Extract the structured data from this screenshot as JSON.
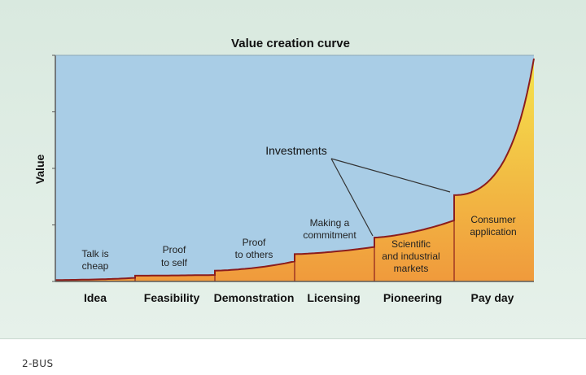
{
  "chart_data": {
    "type": "area",
    "title": "Value creation curve",
    "ylabel": "Value",
    "xlabel": "",
    "categories": [
      "Idea",
      "Feasibility",
      "Demonstration",
      "Licensing",
      "Pioneering",
      "Pay day"
    ],
    "stage_values": [
      {
        "start": 0.2,
        "end": 0.5
      },
      {
        "start": 0.8,
        "end": 0.9
      },
      {
        "start": 1.5,
        "end": 2.8
      },
      {
        "start": 3.8,
        "end": 4.8
      },
      {
        "start": 6.1,
        "end": 8.5
      },
      {
        "start": 12.0,
        "end": 31.0
      }
    ],
    "y_ticks": 5,
    "grid": false,
    "annotations": {
      "idea": [
        "Talk is",
        "cheap"
      ],
      "feasibility": [
        "Proof",
        "to self"
      ],
      "demonstration": [
        "Proof",
        "to others"
      ],
      "licensing": [
        "Making a",
        "commitment"
      ],
      "pioneering": [
        "Scientific",
        "and industrial",
        "markets"
      ],
      "payday": [
        "Consumer",
        "application"
      ],
      "investments": "Investments"
    },
    "colors": {
      "plot_bg": "#a9cde6",
      "fill_top": "#f5e44d",
      "fill_bottom": "#f09a3c",
      "curve": "#8b1d1d",
      "frame": "#5a5a5a"
    }
  },
  "footer": {
    "caption": "2-BUS"
  }
}
